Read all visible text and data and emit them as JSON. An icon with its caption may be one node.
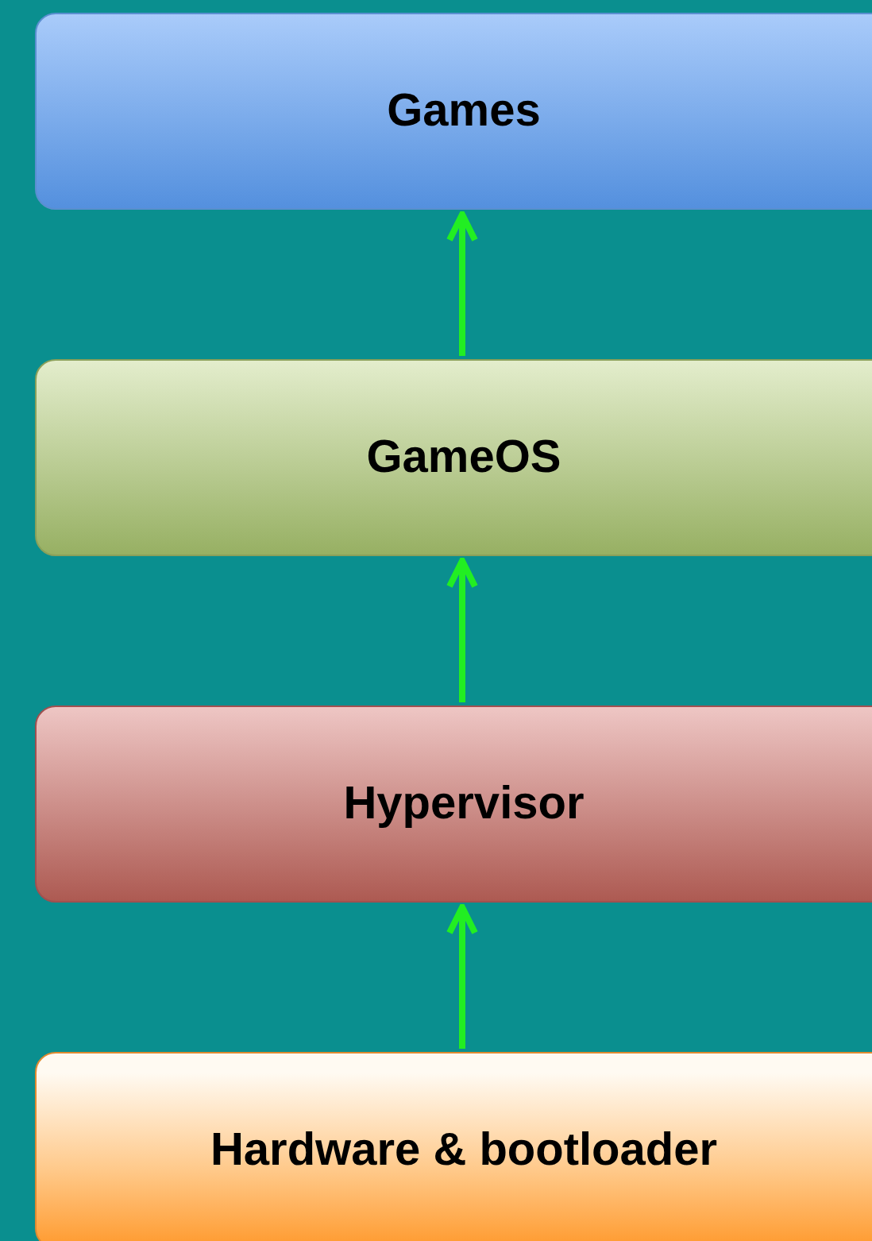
{
  "diagram": {
    "nodes": [
      {
        "text": [
          "Games"
        ]
      },
      {
        "text": [
          "GameOS"
        ]
      },
      {
        "text": [
          "Hypervisor"
        ]
      },
      {
        "text": [
          "Hardware & bootloader"
        ]
      }
    ],
    "edges": [
      {
        "from": 1,
        "to": 0,
        "arrow": "to"
      },
      {
        "from": 2,
        "to": 1,
        "arrow": "to"
      },
      {
        "from": 3,
        "to": 2,
        "arrow": "to"
      }
    ]
  }
}
